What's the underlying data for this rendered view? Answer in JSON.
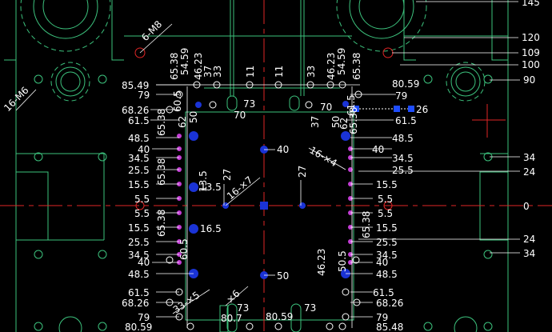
{
  "drawing": {
    "colors": {
      "background": "#000000",
      "outline": "#3cc27d",
      "dimension": "#ffffff",
      "center_line": "#e02626",
      "hole_blue": "#1a33d6",
      "hole_magenta": "#c43dd6",
      "selection_grip": "#1e4dff",
      "holes_red": "#e02626"
    },
    "right_scale": [
      "145",
      "120",
      "109",
      "100",
      "90",
      "34",
      "24",
      "0",
      "24",
      "34"
    ],
    "top_row": [
      "65.38",
      "54.59",
      "46.23",
      "37",
      "33",
      "11",
      "11",
      "33",
      "46.23",
      "54.59",
      "65.38"
    ],
    "callouts": {
      "top_left_holes": "6-M8",
      "left_holes": "16-M6",
      "top_hole_dia": "16-×7",
      "right_hole_dia": "16-×4",
      "bottom_dia_left": "33-×5",
      "bottom_dia_right": "×6",
      "center_up": "27",
      "center_down": "27",
      "center_40_up": "40",
      "center_50_down": "50",
      "mid_73_a": "73",
      "mid_70_a": "70",
      "mid_37": "37",
      "mid_70_b": "70",
      "bottom_73_a": "73",
      "bottom_73_b": "73",
      "bottom_807": "80.7",
      "bottom_8059": "80.59",
      "right_8059": "80.59",
      "right_79": "79",
      "right_615": "61.5",
      "right_6538_top": "65.38",
      "right_6538_mid": "65.38",
      "right_6538_low": "65.38",
      "right_4623_low": "46.23",
      "right_505_low": "50.5",
      "right_62": "62",
      "right_50": "50",
      "right_505": "50.5",
      "left_6538_a": "65.38",
      "left_6538_b": "65.38",
      "left_6538_c": "65.38",
      "left_505": "60.5",
      "left_605_low": "60.5",
      "left_62": "62",
      "left_50": "50",
      "left_135": "13.5",
      "left_165": "16.5",
      "sel_26": "26"
    },
    "left_dims": [
      "85.49",
      "79",
      "68.26",
      "61.5",
      "48.5",
      "40",
      "34.5",
      "25.5",
      "15.5",
      "5.5",
      "5.5",
      "15.5",
      "25.5",
      "34.5",
      "40",
      "48.5",
      "61.5",
      "68.26",
      "79",
      "80.59"
    ],
    "right_dims": [
      "79",
      "61.5",
      "48.5",
      "40",
      "34.5",
      "25.5",
      "15.5",
      "5.5",
      "5.5",
      "15.5",
      "25.5",
      "34.5",
      "40",
      "48.5",
      "61.5",
      "68.26",
      "79",
      "85.48"
    ]
  }
}
